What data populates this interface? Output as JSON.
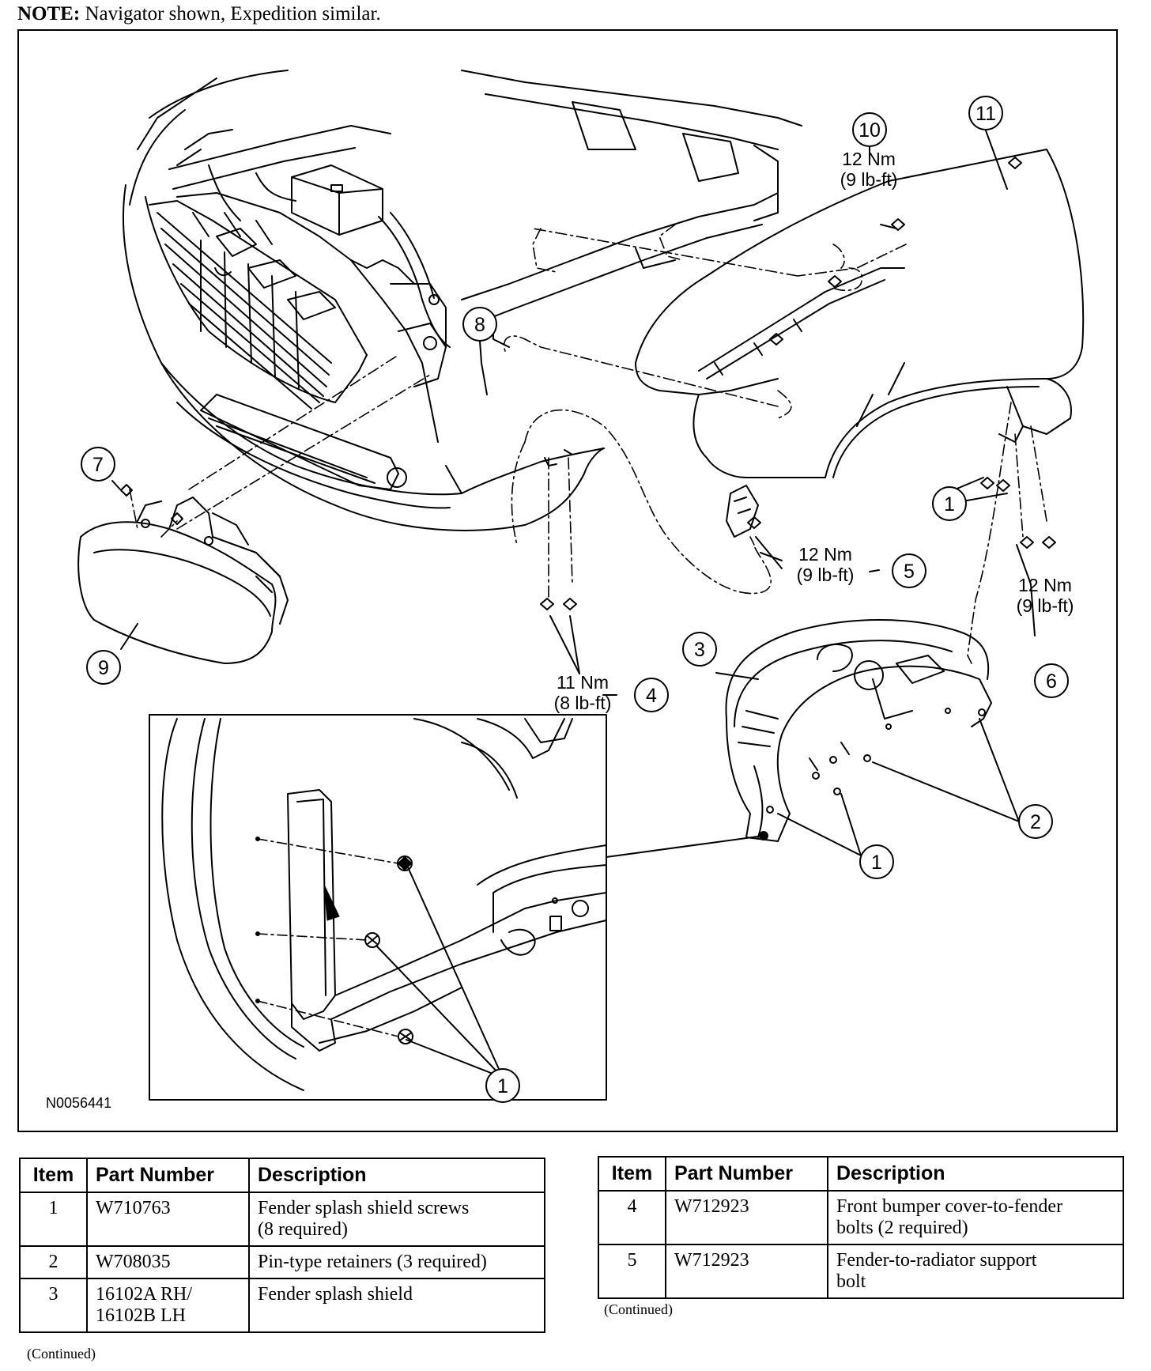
{
  "note": {
    "label": "NOTE:",
    "text": "Navigator shown, Expedition similar."
  },
  "figure_id": "N0056441",
  "callouts": {
    "c1": "1",
    "c2": "2",
    "c3": "3",
    "c4": "4",
    "c5": "5",
    "c6": "6",
    "c7": "7",
    "c8": "8",
    "c9": "9",
    "c10": "10",
    "c11": "11"
  },
  "torques": {
    "t10_nm": "12 Nm",
    "t10_lbft": "(9 lb-ft)",
    "t5_nm": "12 Nm",
    "t5_lbft": "(9 lb-ft)",
    "t6_nm": "12 Nm",
    "t6_lbft": "(9 lb-ft)",
    "t4_nm": "11 Nm",
    "t4_lbft": "(8 lb-ft)"
  },
  "table_headers": {
    "item": "Item",
    "part": "Part Number",
    "desc": "Description"
  },
  "table_left": [
    {
      "item": "1",
      "part": "W710763",
      "desc_lines": [
        "Fender splash shield screws",
        "(8 required)"
      ]
    },
    {
      "item": "2",
      "part": "W708035",
      "desc_lines": [
        "Pin-type retainers (3 required)",
        ""
      ]
    },
    {
      "item": "3",
      "part_lines": [
        "16102A RH/",
        "16102B LH"
      ],
      "desc_lines": [
        "Fender splash shield",
        ""
      ]
    }
  ],
  "table_right": [
    {
      "item": "4",
      "part": "W712923",
      "desc_lines": [
        "Front bumper cover-to-fender",
        "bolts (2 required)"
      ]
    },
    {
      "item": "5",
      "part": "W712923",
      "desc_lines": [
        "Fender-to-radiator support",
        "bolt"
      ]
    }
  ],
  "continued": "(Continued)"
}
